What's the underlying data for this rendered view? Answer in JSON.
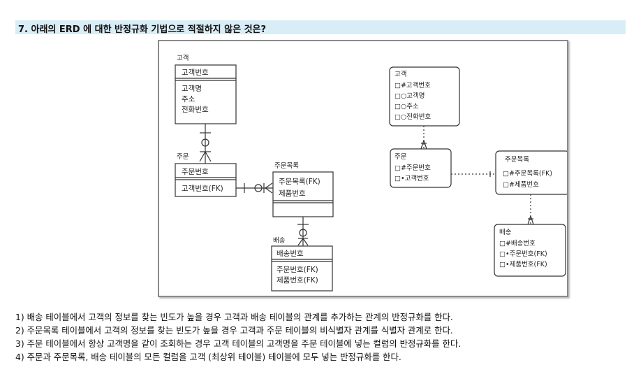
{
  "question": "7. 아래의 ERD 에 대한 반정규화 기법으로 적절하지 않은 것은?",
  "left_erd": {
    "customer": {
      "label": "고객",
      "pk": "고객번호",
      "attrs": [
        "고객명",
        "주소",
        "전화번호"
      ]
    },
    "order": {
      "label": "주문",
      "pk": "주문번호",
      "attrs": [
        "고객번호(FK)"
      ]
    },
    "order_item": {
      "label": "주문목록",
      "pk": [
        "주문목록(FK)",
        "제품번호"
      ]
    },
    "delivery": {
      "label": "배송",
      "pk": "배송번호",
      "attrs": [
        "주문번호(FK)",
        "제품번호(FK)"
      ]
    }
  },
  "right_erd": {
    "customer": {
      "label": "고객",
      "attrs": [
        "□#고객번호",
        "□○고객명",
        "□○주소",
        "□○전화번호"
      ]
    },
    "order": {
      "label": "주문",
      "attrs": [
        "□#주문번호",
        "□•고객번호"
      ]
    },
    "order_item": {
      "label": "주문목록",
      "attrs": [
        "□#주문목록(FK)",
        "□#제품번호"
      ]
    },
    "delivery": {
      "label": "배송",
      "attrs": [
        "□#배송번호",
        "□•주문번호(FK)",
        "□•제품번호(FK)"
      ]
    }
  },
  "options": [
    "1) 배송 테이블에서 고객의 정보를 찾는 빈도가 높을 경우 고객과 배송 테이블의 관계를 추가하는 관계의 반정규화를 한다.",
    "2) 주문목록 테이블에서 고객의 정보를 찾는 빈도가 높을 경우 고객과 주문 테이블의 비식별자 관계를 식별자 관계로 한다.",
    "3) 주문 테이블에서 항상 고객명을 같이 조회하는 경우 고객 테이블의 고객명을 주문 테이블에 넣는 컬럼의 반정규화를 한다.",
    "4) 주문과 주문목록, 배송 테이블의 모든 컬럼을 고객 (최상위 테이블) 테이블에 모두 넣는 반정규화를 한다."
  ]
}
